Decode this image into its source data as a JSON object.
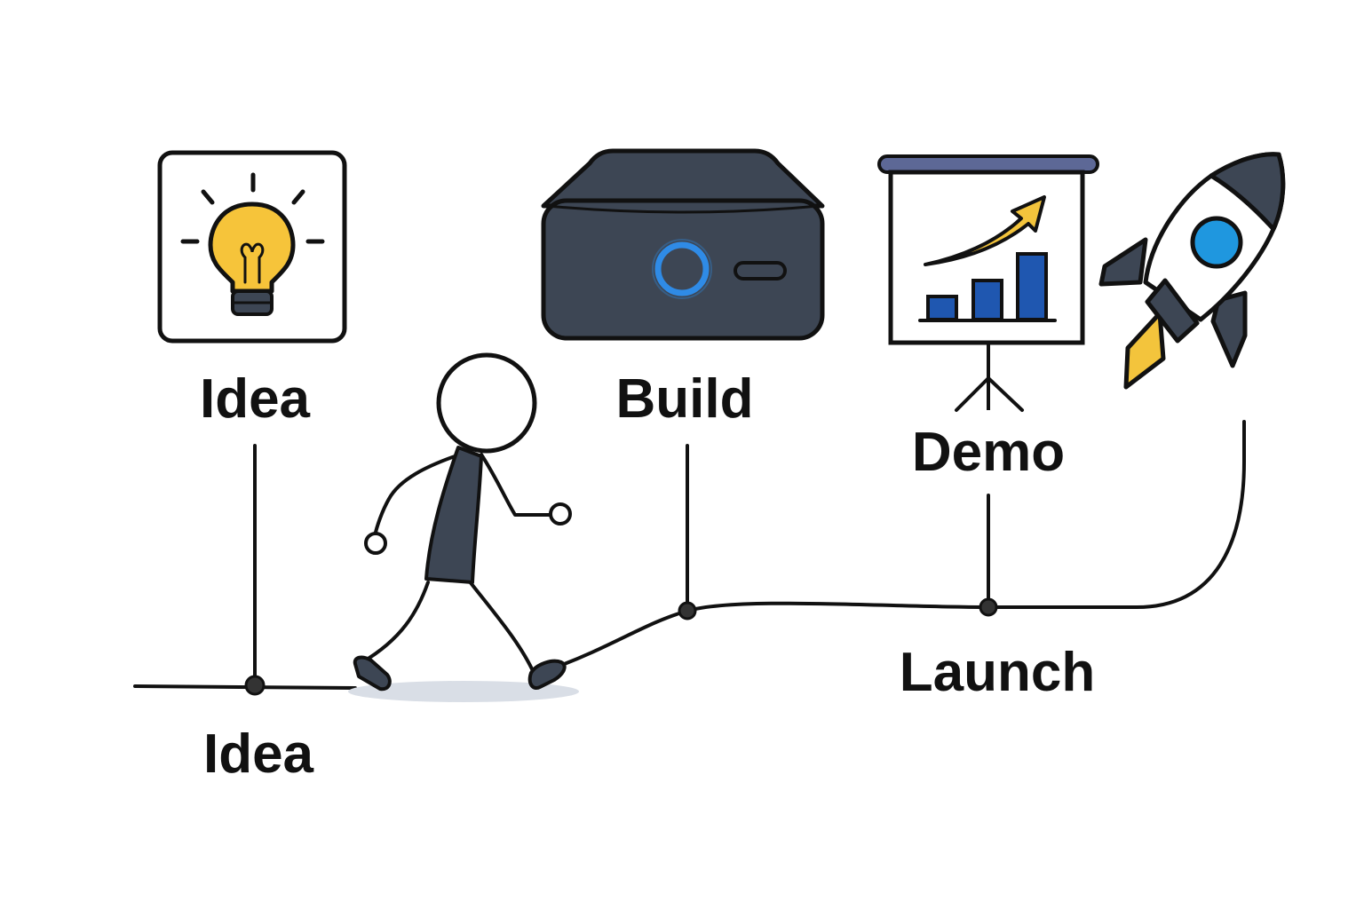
{
  "labels": {
    "idea_top": "Idea",
    "build": "Build",
    "demo": "Demo",
    "launch": "Launch",
    "idea_bottom": "Idea"
  },
  "icons": {
    "idea": "lightbulb-icon",
    "build": "server-box-icon",
    "demo": "presentation-chart-icon",
    "launch": "rocket-icon",
    "walker": "stick-figure-icon"
  },
  "colors": {
    "ink": "#111111",
    "dark": "#3d4654",
    "bulb": "#f6c43a",
    "power_glow": "#2f8be6",
    "bar_blue": "#1f57b0",
    "arrow_yellow": "#f3c43c",
    "screen_rail": "#5d6896",
    "rocket_window": "#1f97df",
    "flame": "#f3c43c",
    "shadow": "#d9dee6"
  }
}
